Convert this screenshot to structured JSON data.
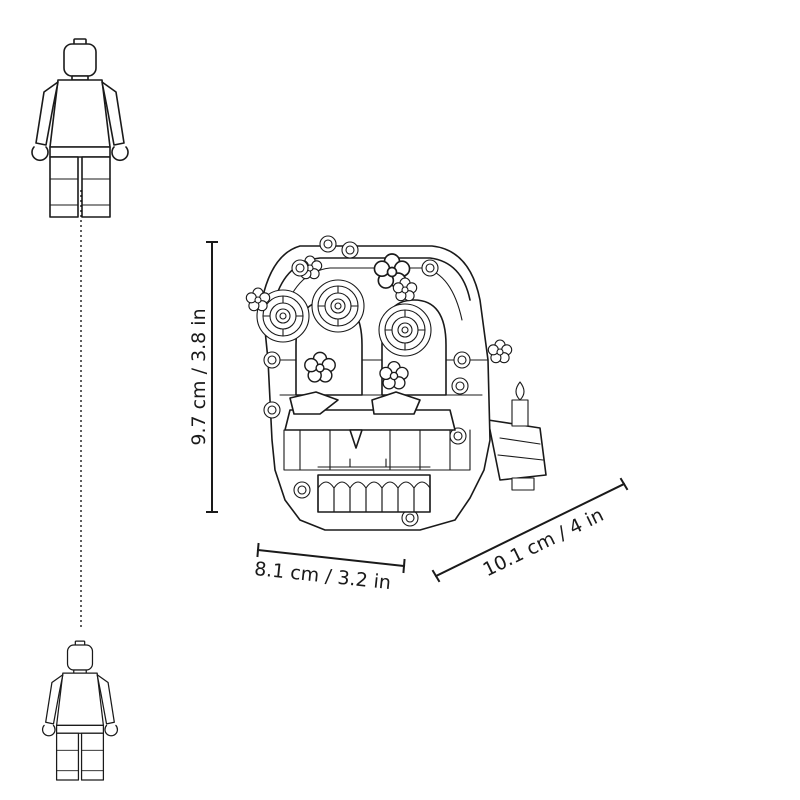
{
  "dimensions": {
    "height": {
      "label": "9.7 cm / 3.8 in"
    },
    "width": {
      "label": "8.1 cm / 3.2 in"
    },
    "depth": {
      "label": "10.1 cm / 4 in"
    }
  },
  "colors": {
    "line": "#1a1a1a",
    "background": "#ffffff"
  }
}
